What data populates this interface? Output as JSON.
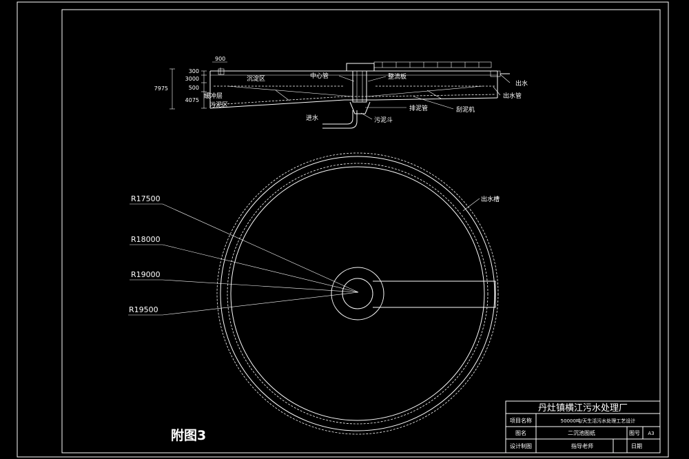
{
  "section": {
    "dims_left": [
      "300",
      "3000",
      "500",
      "4075"
    ],
    "dim_total": "7975",
    "dim_top": "900",
    "labels": {
      "settling_zone": "沉淀区",
      "buffer_layer": "缓冲层",
      "sludge_zone": "污泥区",
      "center_pipe": "中心管",
      "baffle_plate": "整流板",
      "outlet": "出水",
      "outlet_pipe": "出水管",
      "inlet": "进水",
      "sludge_hopper": "污泥斗",
      "sludge_pipe": "排泥管",
      "scraper": "刮泥机"
    }
  },
  "plan": {
    "radii": [
      "R17500",
      "R18000",
      "R19000",
      "R19500"
    ],
    "outlet_trough": "出水槽"
  },
  "figure_label": "附图3",
  "title_block": {
    "title": "丹灶镇横江污水处理厂",
    "project_label": "项目名称",
    "project_value": "50000吨/天生活污水处理工艺设计",
    "drawing_label": "图名",
    "drawing_value": "二沉池图纸",
    "sheet_label": "图号",
    "sheet_value": "A3",
    "designer_label": "设计制图",
    "advisor_label": "指导老师",
    "date_label": "日期"
  }
}
